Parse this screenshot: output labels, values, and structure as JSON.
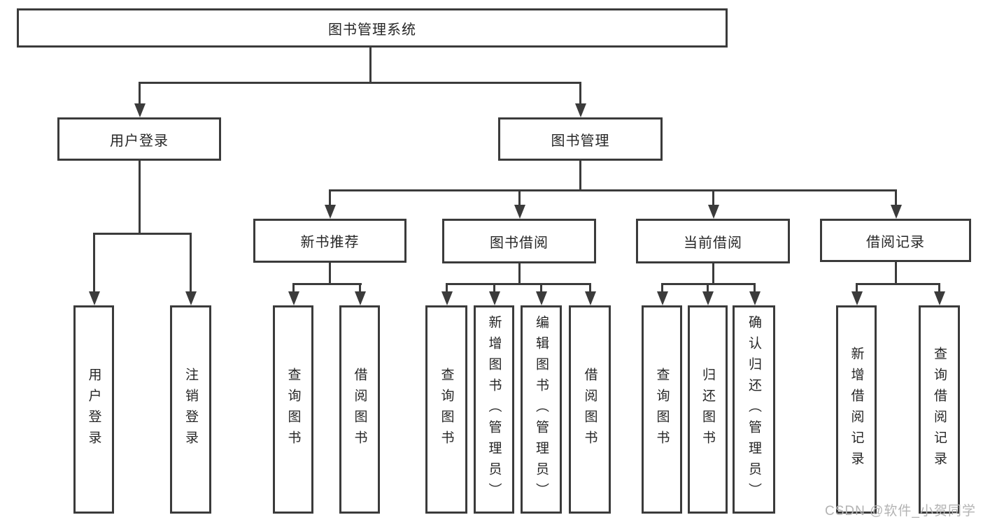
{
  "diagram": {
    "root": "图书管理系统",
    "branches": [
      {
        "label": "用户登录",
        "leaves": [
          "用户登录",
          "注销登录"
        ]
      },
      {
        "label": "图书管理",
        "groups": [
          {
            "label": "新书推荐",
            "leaves": [
              "查询图书",
              "借阅图书"
            ]
          },
          {
            "label": "图书借阅",
            "leaves": [
              "查询图书",
              "新增图书（管理员）",
              "编辑图书（管理员）",
              "借阅图书"
            ]
          },
          {
            "label": "当前借阅",
            "leaves": [
              "查询图书",
              "归还图书",
              "确认归还（管理员）"
            ]
          },
          {
            "label": "借阅记录",
            "leaves": [
              "新增借阅记录",
              "查询借阅记录"
            ]
          }
        ]
      }
    ]
  },
  "watermark": "CSDN @软件_小贺同学",
  "colors": {
    "line": "#3b3b3b",
    "box_border": "#3b3b3b",
    "text": "#262626",
    "watermark": "#b3b3b3",
    "background": "#ffffff"
  }
}
